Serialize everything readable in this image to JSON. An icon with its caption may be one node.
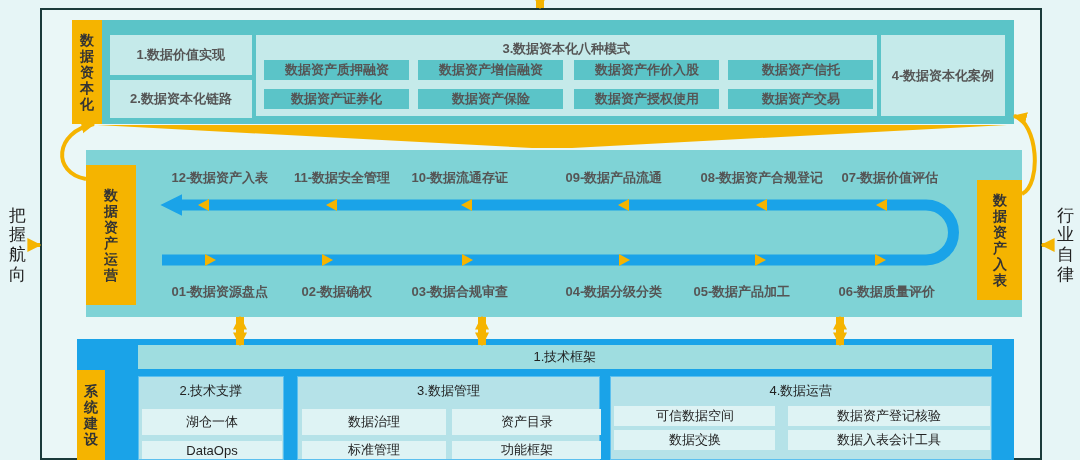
{
  "diagram": {
    "nodes": [
      {
        "text": [
          "把握航向"
        ]
      },
      {
        "text": [
          "行业自律"
        ]
      },
      {
        "text": [],
        "shape": "box"
      },
      {
        "text": [],
        "shape": "box",
        "in": 2
      },
      {
        "text": [
          "数据资本化"
        ],
        "in": 3
      },
      {
        "text": [
          "1.数据价值实现"
        ],
        "in": 3
      },
      {
        "text": [
          "2.数据资本化链路"
        ],
        "in": 3
      },
      {
        "text": [
          "3.数据资本化八种模式"
        ],
        "in": 3
      },
      {
        "text": [
          "数据资产质押融资"
        ],
        "in": 7
      },
      {
        "text": [
          "数据资产增信融资"
        ],
        "in": 7
      },
      {
        "text": [
          "数据资产作价入股"
        ],
        "in": 7
      },
      {
        "text": [
          "数据资产信托"
        ],
        "in": 7
      },
      {
        "text": [
          "数据资产证券化"
        ],
        "in": 7
      },
      {
        "text": [
          "数据资产保险"
        ],
        "in": 7
      },
      {
        "text": [
          "数据资产授权使用"
        ],
        "in": 7
      },
      {
        "text": [
          "数据资产交易"
        ],
        "in": 7
      },
      {
        "text": [
          "4-数据资本化案例"
        ],
        "in": 3
      },
      {
        "text": [],
        "shape": "triangle",
        "in": 2
      },
      {
        "text": [],
        "shape": "box",
        "in": 2
      },
      {
        "text": [
          "数据资产运营"
        ],
        "in": 18
      },
      {
        "text": [
          "12-数据资产入表"
        ],
        "in": 18
      },
      {
        "text": [
          "11-数据安全管理"
        ],
        "in": 18
      },
      {
        "text": [
          "10-数据流通存证"
        ],
        "in": 18
      },
      {
        "text": [
          "09-数据产品流通"
        ],
        "in": 18
      },
      {
        "text": [
          "08-数据资产合规登记"
        ],
        "in": 18
      },
      {
        "text": [
          "07-数据价值评估"
        ],
        "in": 18
      },
      {
        "text": [
          "01-数据资源盘点"
        ],
        "in": 18
      },
      {
        "text": [
          "02-数据确权"
        ],
        "in": 18
      },
      {
        "text": [
          "03-数据合规审查"
        ],
        "in": 18
      },
      {
        "text": [
          "04-数据分级分类"
        ],
        "in": 18
      },
      {
        "text": [
          "05-数据产品加工"
        ],
        "in": 18
      },
      {
        "text": [
          "06-数据质量评价"
        ],
        "in": 18
      },
      {
        "text": [
          "数据资产入表"
        ],
        "in": 18
      },
      {
        "text": [],
        "shape": "box",
        "in": 2
      },
      {
        "text": [
          "系统建设"
        ],
        "in": 33
      },
      {
        "text": [
          "1.技术框架"
        ],
        "in": 33
      },
      {
        "text": [
          "2.技术支撑"
        ],
        "in": 33
      },
      {
        "text": [
          "湖仓一体"
        ],
        "in": 36
      },
      {
        "text": [
          "DataOps"
        ],
        "in": 36
      },
      {
        "text": [
          "3.数据管理"
        ],
        "in": 33
      },
      {
        "text": [
          "数据治理"
        ],
        "in": 39
      },
      {
        "text": [
          "资产目录"
        ],
        "in": 39
      },
      {
        "text": [
          "标准管理"
        ],
        "in": 39
      },
      {
        "text": [
          "功能框架"
        ],
        "in": 39
      },
      {
        "text": [
          "4.数据运营"
        ],
        "in": 33
      },
      {
        "text": [
          "可信数据空间"
        ],
        "in": 44
      },
      {
        "text": [
          "数据资产登记核验"
        ],
        "in": 44
      },
      {
        "text": [
          "数据交换"
        ],
        "in": 44
      },
      {
        "text": [
          "数据入表会计工具"
        ],
        "in": 44
      }
    ],
    "edges": [
      {
        "from": 0,
        "to": 2,
        "arrow": "to"
      },
      {
        "from": 1,
        "to": 2,
        "arrow": "to"
      },
      {
        "from": null,
        "to": 2,
        "arrow": "to",
        "style": "thick"
      },
      {
        "from": 19,
        "to": 3,
        "arrow": "to"
      },
      {
        "from": 32,
        "to": 3,
        "arrow": "to"
      },
      {
        "from": 18,
        "to": 35,
        "arrow": "both",
        "style": "thick"
      },
      {
        "from": 18,
        "to": 35,
        "arrow": "both",
        "style": "thick"
      },
      {
        "from": 18,
        "to": 35,
        "arrow": "both",
        "style": "thick"
      }
    ]
  }
}
